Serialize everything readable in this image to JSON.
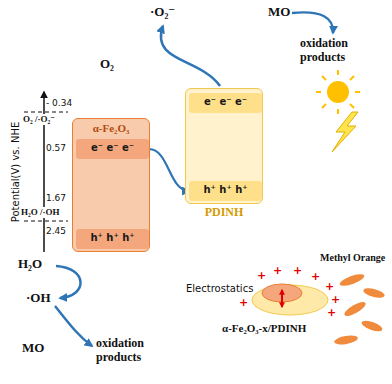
{
  "diagram": {
    "nodes": [
      {
        "text": [
          "α-Fe₂O₃"
        ]
      },
      {
        "text": [
          "e⁻ e⁻ e⁻"
        ],
        "in": 0
      },
      {
        "text": [
          "h⁺ h⁺ h⁺"
        ],
        "in": 0
      },
      {
        "text": [
          "PDINH"
        ]
      },
      {
        "text": [
          "e⁻ e⁻ e⁻"
        ],
        "in": 3
      },
      {
        "text": [
          "h⁺ h⁺ h⁺"
        ],
        "in": 3
      }
    ],
    "edges": [
      {
        "from": 2,
        "to": 1,
        "arrow": "to"
      },
      {
        "from": 5,
        "to": 4,
        "arrow": "to"
      },
      {
        "from": 1,
        "to": 5,
        "arrow": "to"
      }
    ],
    "labels": [
      "Potential(V) vs. NHE",
      "- 0.34",
      "O₂ /·O₂⁻",
      "0.57",
      "1.67",
      "H₂O /·OH",
      "2.45",
      "·O₂⁻",
      "MO",
      "O₂",
      "oxidation products",
      "H₂O",
      "·OH",
      "MO",
      "oxidation products",
      "Electrostatics",
      "α-Fe₂O₃-x/PDINH",
      "Methyl Orange",
      "+",
      "+",
      "+",
      "+",
      "+",
      "+",
      "+",
      "+"
    ]
  }
}
